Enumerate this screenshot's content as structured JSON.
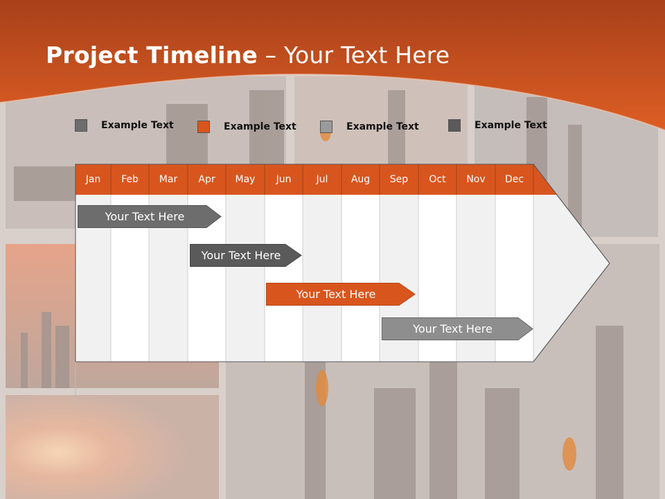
{
  "title": {
    "bold": "Project Timeline",
    "rest": " – Your Text Here"
  },
  "legend": [
    {
      "label": "Example Text",
      "color": "#6d6d6d"
    },
    {
      "label": "Example Text",
      "color": "#d8561e"
    },
    {
      "label": "Example Text",
      "color": "#9a9a9a"
    },
    {
      "label": "Example Text",
      "color": "#5a5a5a"
    }
  ],
  "months": [
    "Jan",
    "Feb",
    "Mar",
    "Apr",
    "May",
    "Jun",
    "Jul",
    "Aug",
    "Sep",
    "Oct",
    "Nov",
    "Dec"
  ],
  "tasks": [
    {
      "label": "Your  Text Here",
      "color": "#6d6d6d"
    },
    {
      "label": "Your  Text Here",
      "color": "#5a5a5a"
    },
    {
      "label": "Your  Text Here",
      "color": "#d8561e"
    },
    {
      "label": "Your  Text Here",
      "color": "#8e8e8e"
    }
  ],
  "colors": {
    "header": "#d8561e",
    "accent": "#c9471a"
  }
}
